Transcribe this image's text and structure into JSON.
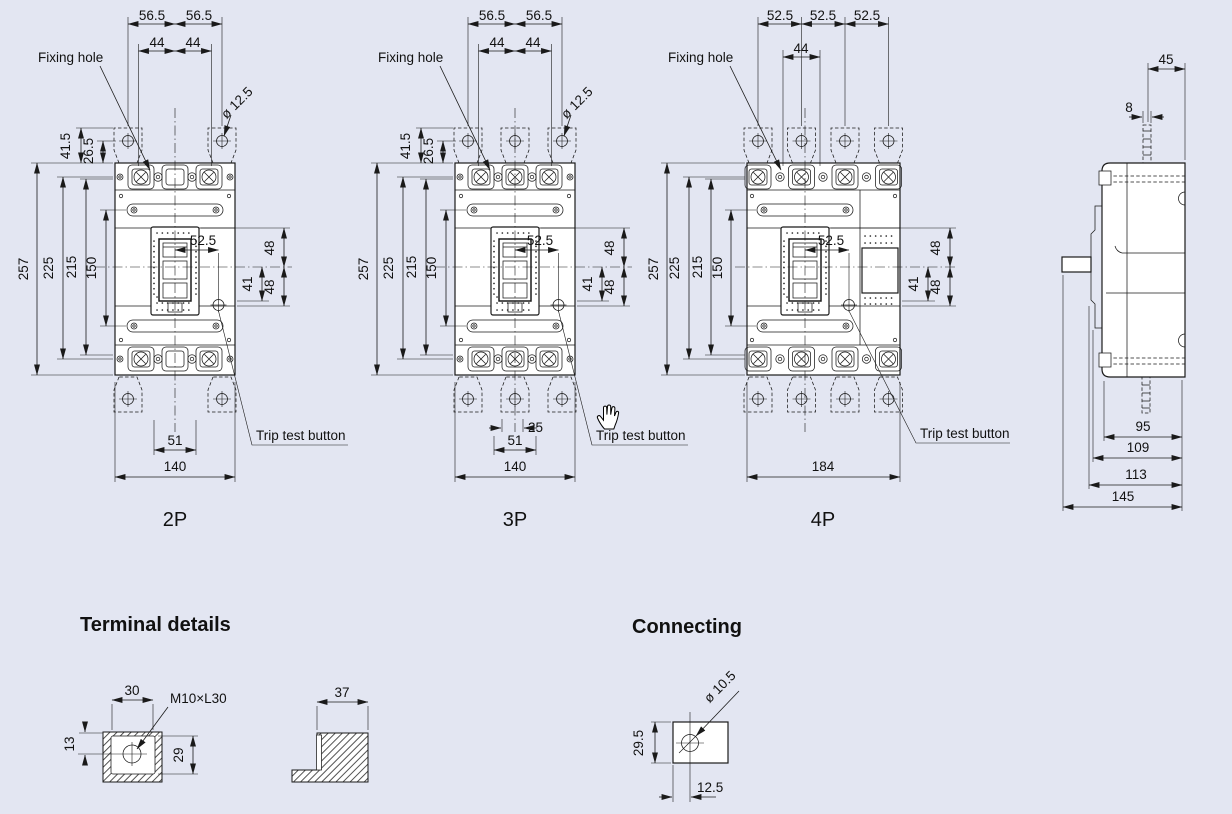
{
  "colors": {
    "bg": "#e3e6f2",
    "ink": "#1a1a1a"
  },
  "p2": {
    "label": "2P",
    "fixing_hole": "Fixing hole",
    "trip": "Trip test button",
    "dim_56a": "56.5",
    "dim_56b": "56.5",
    "dim_44a": "44",
    "dim_44b": "44",
    "dim_dia": "ø 12.5",
    "dim_415": "41.5",
    "dim_265": "26.5",
    "dim_257": "257",
    "dim_225": "225",
    "dim_215": "215",
    "dim_150": "150",
    "dim_525": "52.5",
    "dim_48a": "48",
    "dim_41": "41",
    "dim_48b": "48",
    "dim_51": "51",
    "dim_140": "140"
  },
  "p3": {
    "label": "3P",
    "fixing_hole": "Fixing hole",
    "trip": "Trip test button",
    "dim_56a": "56.5",
    "dim_56b": "56.5",
    "dim_44a": "44",
    "dim_44b": "44",
    "dim_dia": "ø 12.5",
    "dim_415": "41.5",
    "dim_265": "26.5",
    "dim_257": "257",
    "dim_225": "225",
    "dim_215": "215",
    "dim_150": "150",
    "dim_525": "52.5",
    "dim_48a": "48",
    "dim_41": "41",
    "dim_48b": "48",
    "dim_25": "25",
    "dim_51": "51",
    "dim_140": "140"
  },
  "p4": {
    "label": "4P",
    "fixing_hole": "Fixing hole",
    "trip": "Trip test button",
    "dim_525a": "52.5",
    "dim_525b": "52.5",
    "dim_525c": "52.5",
    "dim_44": "44",
    "dim_257": "257",
    "dim_225": "225",
    "dim_215": "215",
    "dim_150": "150",
    "dim_525": "52.5",
    "dim_48a": "48",
    "dim_41": "41",
    "dim_48b": "48",
    "dim_184": "184"
  },
  "side": {
    "dim_45": "45",
    "dim_8": "8",
    "dim_95": "95",
    "dim_109": "109",
    "dim_113": "113",
    "dim_145": "145"
  },
  "terminal": {
    "title": "Terminal details",
    "dim_30": "30",
    "screw_spec": "M10×L30",
    "dim_13": "13",
    "dim_29": "29",
    "dim_37": "37"
  },
  "connecting": {
    "title": "Connecting",
    "dim_dia": "ø 10.5",
    "dim_295": "29.5",
    "dim_125": "12.5"
  },
  "cursor": "open-hand"
}
